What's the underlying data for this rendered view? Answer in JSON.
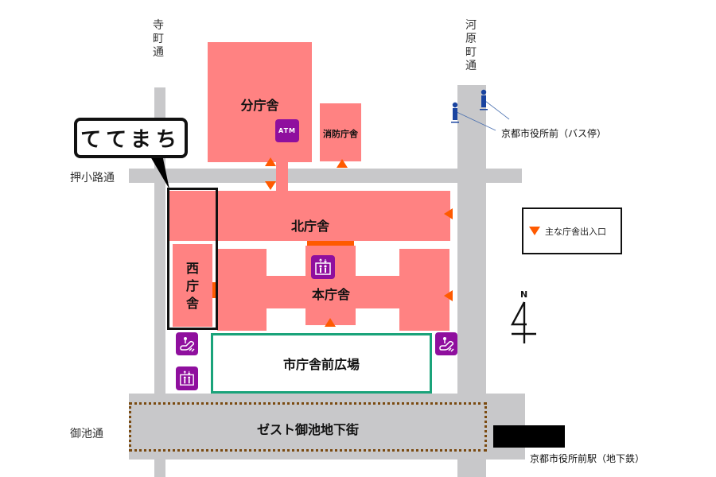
{
  "streets": {
    "teramachi": "寺町通",
    "kawaramachi": "河原町通",
    "oshikoji": "押小路通",
    "oike": "御池通"
  },
  "buildings": {
    "bunchosha": "分庁舎",
    "shobo": "消防庁舎",
    "kita": "北庁舎",
    "nishi": "西庁舎",
    "hon": "本庁舎",
    "plaza": "市庁舎前広場",
    "underground_mall": "ゼスト御池地下街"
  },
  "callout": {
    "label": "ててまち"
  },
  "atm": {
    "label": "ATM"
  },
  "bus_stop": {
    "label": "京都市役所前（バス停）"
  },
  "subway": {
    "label": "京都市役所前駅（地下鉄）"
  },
  "legend": {
    "label": "主な庁舎出入口",
    "marker_color": "#ff5a00"
  },
  "compass": {
    "label": "N"
  },
  "colors": {
    "building": "#ff8282",
    "road": "#c8c8ca",
    "icon": "#8f0f9e",
    "plaza_border": "#1aa37a",
    "mall_border": "#7a4a10",
    "entrance": "#ff5a00",
    "bus_icon": "#1a44a0"
  }
}
